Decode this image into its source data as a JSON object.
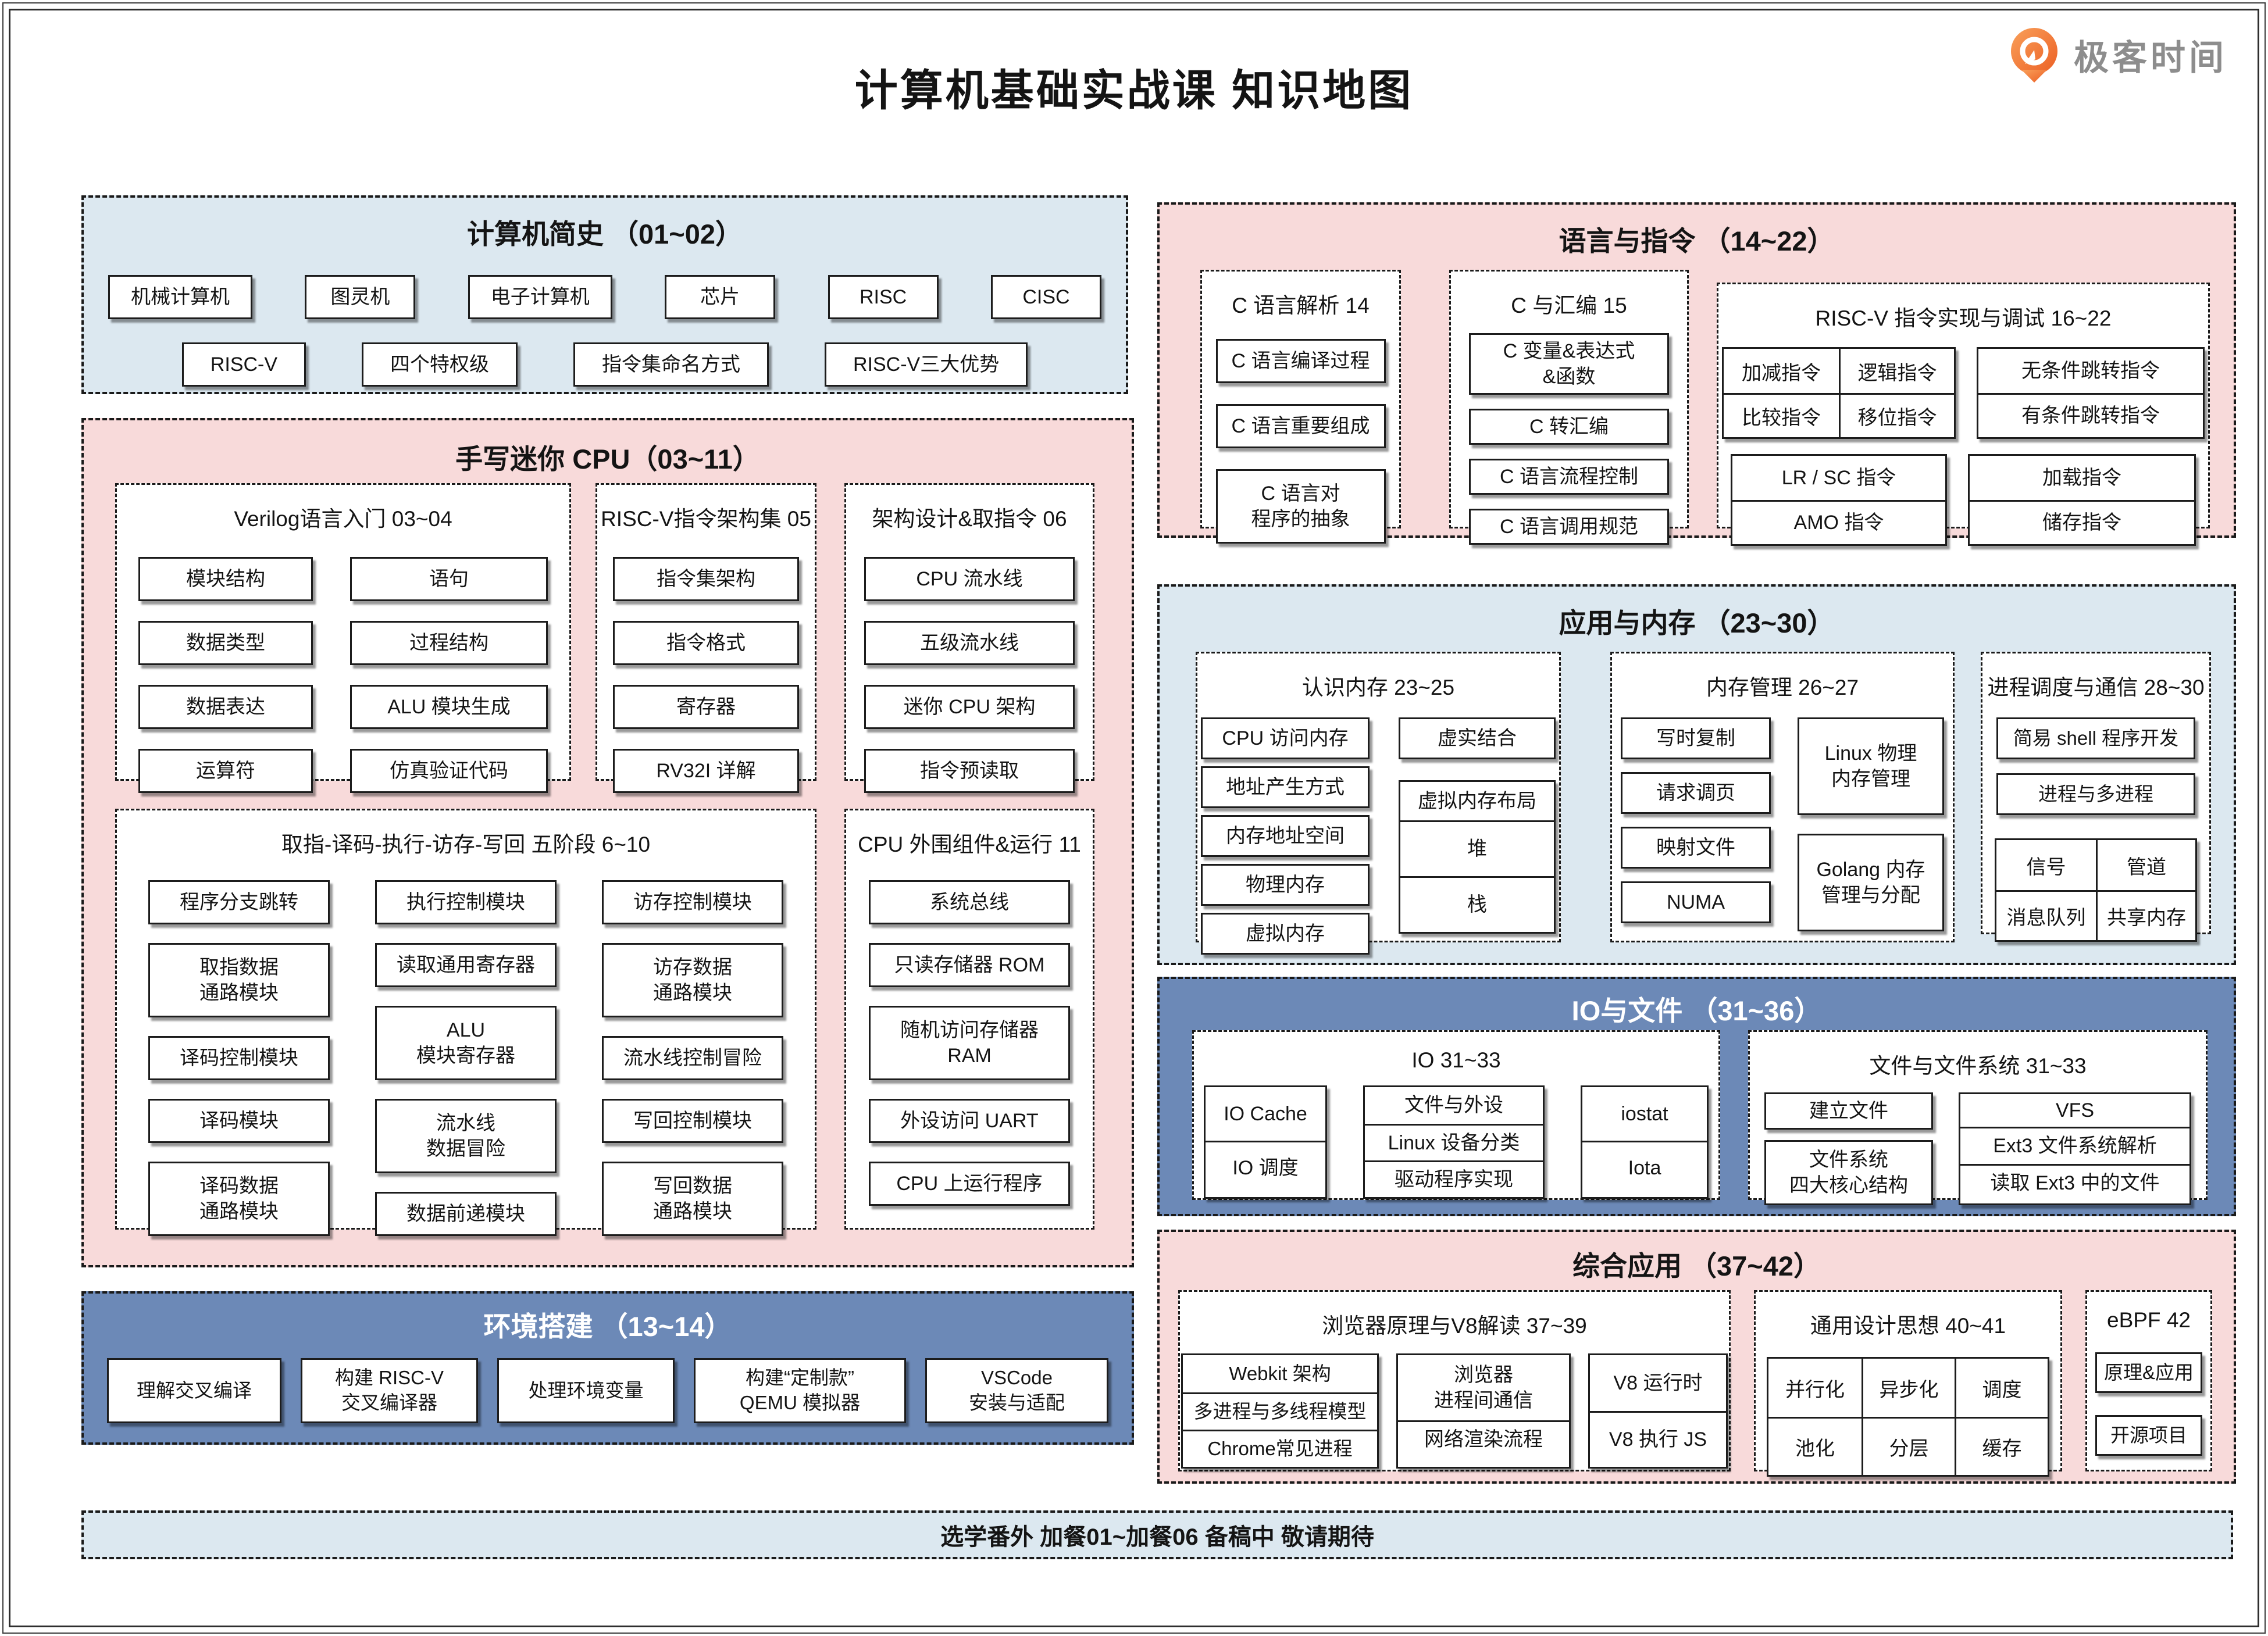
{
  "page": {
    "title": "计算机基础实战课 知识地图"
  },
  "logo": {
    "label": "极客时间"
  },
  "colors": {
    "pink": "#f8dada",
    "light_blue": "#dce8f0",
    "dark_blue": "#6c89b7",
    "box_border": "#1c1c1c",
    "logo_orange": "#f07038",
    "logo_text": "#8d8d8d"
  },
  "history": {
    "title": "计算机简史 （01~02）",
    "row1": [
      "机械计算机",
      "图灵机",
      "电子计算机",
      "芯片",
      "RISC",
      "CISC"
    ],
    "row2": [
      "RISC-V",
      "四个特权级",
      "指令集命名方式",
      "RISC-V三大优势"
    ]
  },
  "cpu": {
    "title": "手写迷你 CPU（03~11）",
    "verilog": {
      "title": "Verilog语言入门 03~04",
      "items": [
        "模块结构",
        "语句",
        "数据类型",
        "过程结构",
        "数据表达",
        "ALU 模块生成",
        "运算符",
        "仿真验证代码"
      ]
    },
    "isa": {
      "title": "RISC-V指令架构集 05",
      "items": [
        "指令集架构",
        "指令格式",
        "寄存器",
        "RV32I 详解"
      ]
    },
    "arch": {
      "title": "架构设计&取指令 06",
      "items": [
        "CPU 流水线",
        "五级流水线",
        "迷你 CPU 架构",
        "指令预读取"
      ]
    },
    "stages": {
      "title": "取指-译码-执行-访存-写回 五阶段 6~10",
      "col1": [
        "程序分支跳转",
        "取指数据\n通路模块",
        "译码控制模块",
        "译码模块",
        "译码数据\n通路模块"
      ],
      "col2": [
        "执行控制模块",
        "读取通用寄存器",
        "ALU\n模块寄存器",
        "流水线\n数据冒险",
        "数据前递模块"
      ],
      "col3": [
        "访存控制模块",
        "访存数据\n通路模块",
        "流水线控制冒险",
        "写回控制模块",
        "写回数据\n通路模块"
      ]
    },
    "periph": {
      "title": "CPU 外围组件&运行 11",
      "items": [
        "系统总线",
        "只读存储器 ROM",
        "随机访问存储器\nRAM",
        "外设访问 UART",
        "CPU 上运行程序"
      ]
    }
  },
  "env": {
    "title": "环境搭建 （13~14）",
    "items": [
      "理解交叉编译",
      "构建 RISC-V\n交叉编译器",
      "处理环境变量",
      "构建“定制款”\nQEMU 模拟器",
      "VSCode\n安装与适配"
    ]
  },
  "lang": {
    "title": "语言与指令 （14~22）",
    "c14": {
      "title": "C 语言解析 14",
      "items": [
        "C 语言编译过程",
        "C 语言重要组成",
        "C 语言对\n程序的抽象"
      ]
    },
    "c15": {
      "title": "C 与汇编 15",
      "items": [
        "C 变量&表达式\n&函数",
        "C 转汇编",
        "C 语言流程控制",
        "C 语言调用规范"
      ]
    },
    "riscv": {
      "title": "RISC-V 指令实现与调试 16~22",
      "grid": [
        "加减指令",
        "逻辑指令",
        "比较指令",
        "移位指令"
      ],
      "jumps": [
        "无条件跳转指令",
        "有条件跳转指令"
      ],
      "atomic": [
        "LR / SC 指令",
        "AMO 指令"
      ],
      "loadstore": [
        "加载指令",
        "储存指令"
      ]
    }
  },
  "mem": {
    "title": "应用与内存 （23~30）",
    "know": {
      "title": "认识内存 23~25",
      "col1": [
        "CPU 访问内存",
        "地址产生方式",
        "内存地址空间",
        "物理内存",
        "虚拟内存"
      ],
      "combine": "虚实结合",
      "layout": [
        "虚拟内存布局",
        "堆",
        "栈"
      ]
    },
    "manage": {
      "title": "内存管理 26~27",
      "col1": [
        "写时复制",
        "请求调页",
        "映射文件",
        "NUMA"
      ],
      "col2": [
        "Linux 物理\n内存管理",
        "Golang 内存\n管理与分配"
      ]
    },
    "proc": {
      "title": "进程调度与通信 28~30",
      "items": [
        "简易 shell 程序开发",
        "进程与多进程"
      ],
      "grid": [
        "信号",
        "管道",
        "消息队列",
        "共享内存"
      ]
    }
  },
  "io": {
    "title": "IO与文件 （31~36）",
    "iosub": {
      "title": "IO 31~33",
      "col1": [
        "IO Cache",
        "IO 调度"
      ],
      "col2": [
        "文件与外设",
        "Linux 设备分类",
        "驱动程序实现"
      ],
      "col3": [
        "iostat",
        "Iota"
      ]
    },
    "fs": {
      "title": "文件与文件系统 31~33",
      "col1": [
        "建立文件",
        "文件系统\n四大核心结构"
      ],
      "col2": [
        "VFS",
        "Ext3 文件系统解析",
        "读取 Ext3 中的文件"
      ]
    }
  },
  "app": {
    "title": "综合应用 （37~42）",
    "browser": {
      "title": "浏览器原理与V8解读 37~39",
      "col1": [
        "Webkit 架构",
        "多进程与多线程模型",
        "Chrome常见进程"
      ],
      "col2": [
        "浏览器\n进程间通信",
        "网络渲染流程"
      ],
      "col3": [
        "V8 运行时",
        "V8 执行 JS"
      ]
    },
    "design": {
      "title": "通用设计思想 40~41",
      "grid": [
        "并行化",
        "异步化",
        "调度",
        "池化",
        "分层",
        "缓存"
      ]
    },
    "ebpf": {
      "title": "eBPF 42",
      "items": [
        "原理&应用",
        "开源项目"
      ]
    }
  },
  "footer": {
    "text": "选学番外 加餐01~加餐06 备稿中 敬请期待"
  }
}
